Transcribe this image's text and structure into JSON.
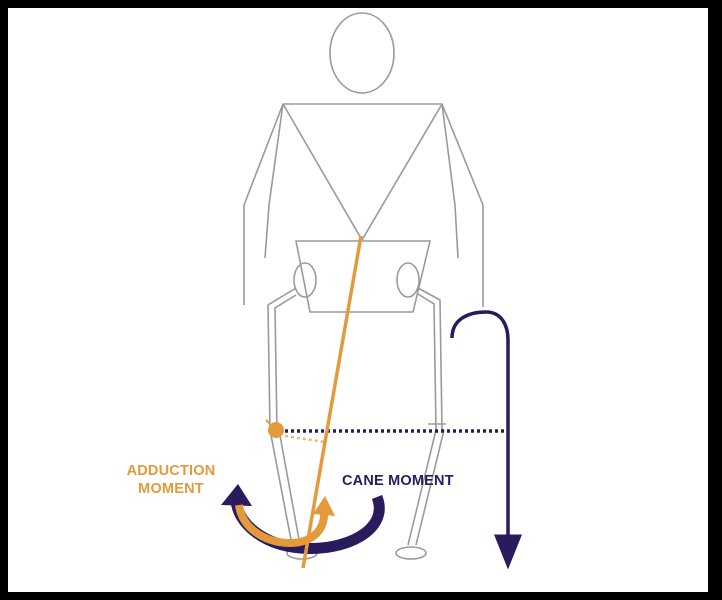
{
  "labels": {
    "adduction_line1": "ADDUCTION",
    "adduction_line2": "MOMENT",
    "cane_moment": "CANE MOMENT"
  },
  "colors": {
    "body_outline": "#9a9a9a",
    "adduction": "#e49a3a",
    "cane": "#2a1a5e",
    "background": "#ffffff",
    "frame": "#000000"
  },
  "icons": {
    "cane": "walking-cane-icon",
    "hip_joint": "hip-joint-icon",
    "knee_joint": "knee-joint-icon"
  }
}
